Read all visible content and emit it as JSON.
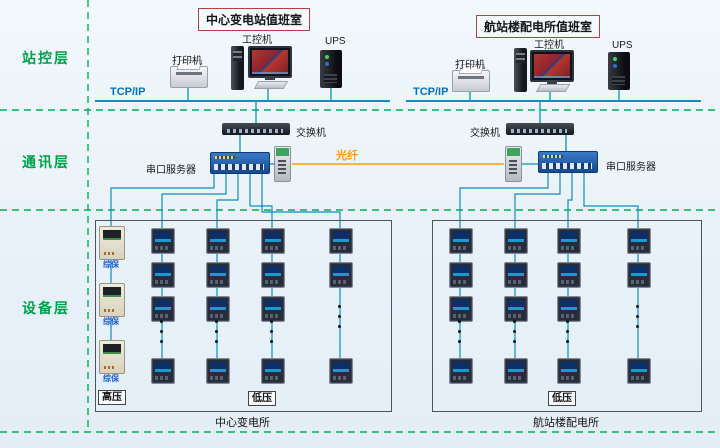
{
  "titles": {
    "left": "中心变电站值班室",
    "right": "航站楼配电所值班室"
  },
  "layers": {
    "station": "站控层",
    "comm": "通讯层",
    "device": "设备层"
  },
  "labels": {
    "printer": "打印机",
    "ipc": "工控机",
    "ups": "UPS",
    "tcpip": "TCP/IP",
    "switch": "交换机",
    "serial_server": "串口服务器",
    "fiber": "光纤",
    "hv": "高压",
    "lv": "低压",
    "protection": "综保",
    "left_station": "中心变电所",
    "right_station": "航站楼配电所"
  },
  "colors": {
    "layer_label": "#00a14b",
    "dashed_divider": "#00b050",
    "network_bus": "#0a8fbe",
    "tcpip_text": "#0070c0",
    "fiber_line": "#ffa000",
    "title_border": "#b54040"
  }
}
